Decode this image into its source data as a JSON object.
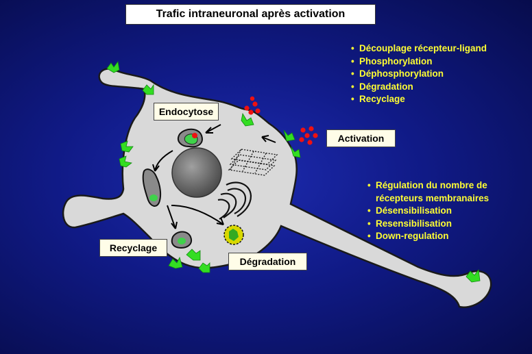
{
  "title": "Trafic intraneuronal après activation",
  "labels": {
    "endocytose": "Endocytose",
    "activation": "Activation",
    "recyclage": "Recyclage",
    "degradation": "Dégradation"
  },
  "top_right_list": [
    "Découplage récepteur-ligand",
    "Phosphorylation",
    "Déphosphorylation",
    "Dégradation",
    "Recyclage"
  ],
  "mid_right_list": [
    "Régulation du nombre de",
    "récepteurs membranaires",
    "Désensibilisation",
    "Resensibilisation",
    "Down-regulation"
  ],
  "colors": {
    "background": "#101a86",
    "cell": "#d9d9d9",
    "receptor": "#33dd22",
    "ligand": "#ee1111",
    "bullet_text": "#ffff33"
  }
}
